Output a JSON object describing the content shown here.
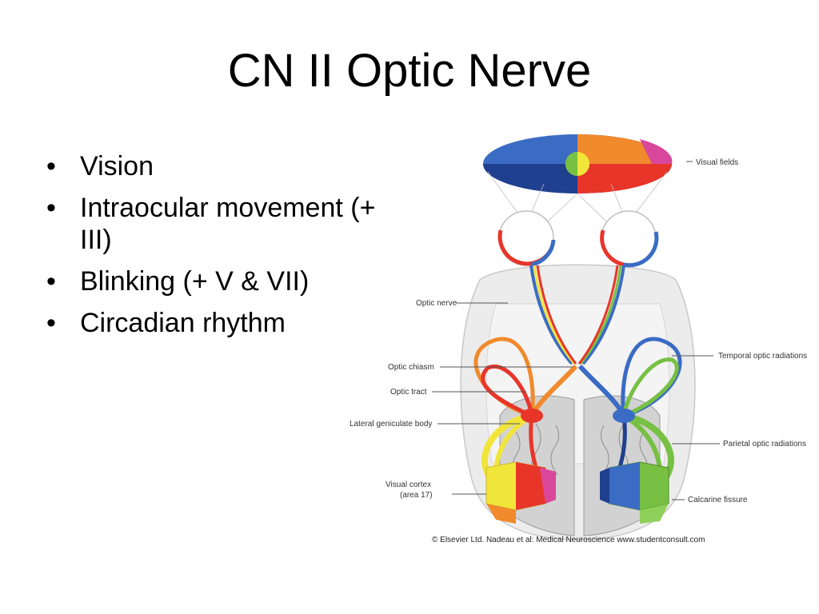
{
  "slide": {
    "title": "CN II Optic Nerve",
    "bullets": [
      "Vision",
      "Intraocular movement (+ III)",
      "Blinking (+ V & VII)",
      "Circadian rhythm"
    ]
  },
  "figure": {
    "labels": {
      "visual_fields": "Visual fields",
      "optic_nerve": "Optic nerve",
      "optic_chiasm": "Optic chiasm",
      "optic_tract": "Optic tract",
      "lateral_geniculate": "Lateral geniculate body",
      "visual_cortex_line1": "Visual cortex",
      "visual_cortex_line2": "(area 17)",
      "temporal_radiations": "Temporal optic radiations",
      "parietal_radiations": "Parietal optic radiations",
      "calcarine_fissure": "Calcarine fissure"
    },
    "credit": "© Elsevier Ltd. Nadeau et al: Medical Neuroscience www.studentconsult.com"
  },
  "colors": {
    "blue": "#3b6cc4",
    "dark_blue": "#1f3f8f",
    "orange": "#f08a2c",
    "red": "#e8352a",
    "magenta": "#d9479a",
    "yellow": "#f2e53a",
    "green": "#77c043",
    "gray_brain": "#e6e6e6"
  }
}
